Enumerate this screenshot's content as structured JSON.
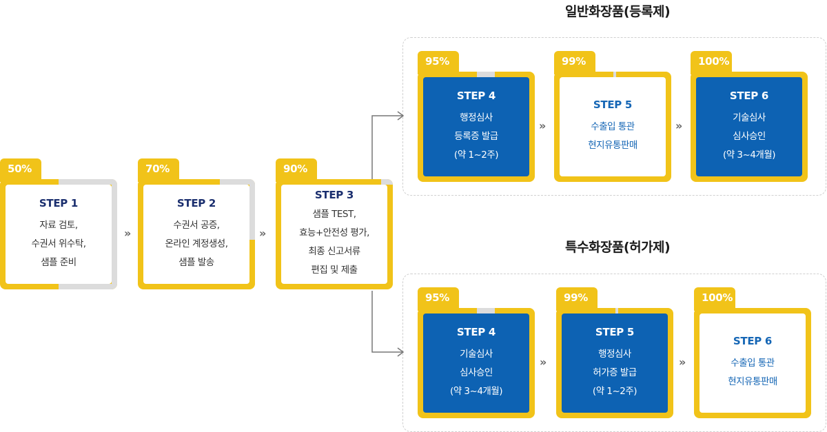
{
  "sections": {
    "general_title": "일반화장품(등록제)",
    "special_title": "특수화장품(허가제)"
  },
  "main_steps": [
    {
      "pct": "50%",
      "title": "STEP 1",
      "lines": [
        "자료 검토,",
        "수권서 위수탁,",
        "샘플 준비"
      ],
      "progress": 0.5
    },
    {
      "pct": "70%",
      "title": "STEP 2",
      "lines": [
        "수권서 공증,",
        "온라인 계정생성,",
        "샘플 발송"
      ],
      "progress": 0.7
    },
    {
      "pct": "90%",
      "title": "STEP 3",
      "lines": [
        "샘플 TEST,",
        "효능+안전성 평가,",
        "최종 신고서류",
        "편집 및 제출"
      ],
      "progress": 0.9
    }
  ],
  "general_steps": [
    {
      "pct": "95%",
      "title": "STEP 4",
      "lines": [
        "행정심사",
        "등록증 발급",
        "(약 1~2주)"
      ],
      "style": "blue",
      "progress": 0.95
    },
    {
      "pct": "99%",
      "title": "STEP 5",
      "lines": [
        "수출입 통관",
        "현지유통판매"
      ],
      "style": "highlight",
      "progress": 0.99
    },
    {
      "pct": "100%",
      "title": "STEP 6",
      "lines": [
        "기술심사",
        "심사승인",
        "(약 3~4개월)"
      ],
      "style": "blue",
      "progress": 1.0
    }
  ],
  "special_steps": [
    {
      "pct": "95%",
      "title": "STEP 4",
      "lines": [
        "기술심사",
        "심사승인",
        "(약 3~4개월)"
      ],
      "style": "blue",
      "progress": 0.95
    },
    {
      "pct": "99%",
      "title": "STEP 5",
      "lines": [
        "행정심사",
        "허가증 발급",
        "(약 1~2주)"
      ],
      "style": "blue",
      "progress": 0.99
    },
    {
      "pct": "100%",
      "title": "STEP 6",
      "lines": [
        "수출입 통관",
        "현지유통판매"
      ],
      "style": "highlight",
      "progress": 1.0
    }
  ],
  "arrow_glyph": "»",
  "colors": {
    "accent": "#f1c319",
    "blue": "#0d62b3",
    "gray": "#dcdcdc",
    "navy": "#1a2e6e"
  }
}
